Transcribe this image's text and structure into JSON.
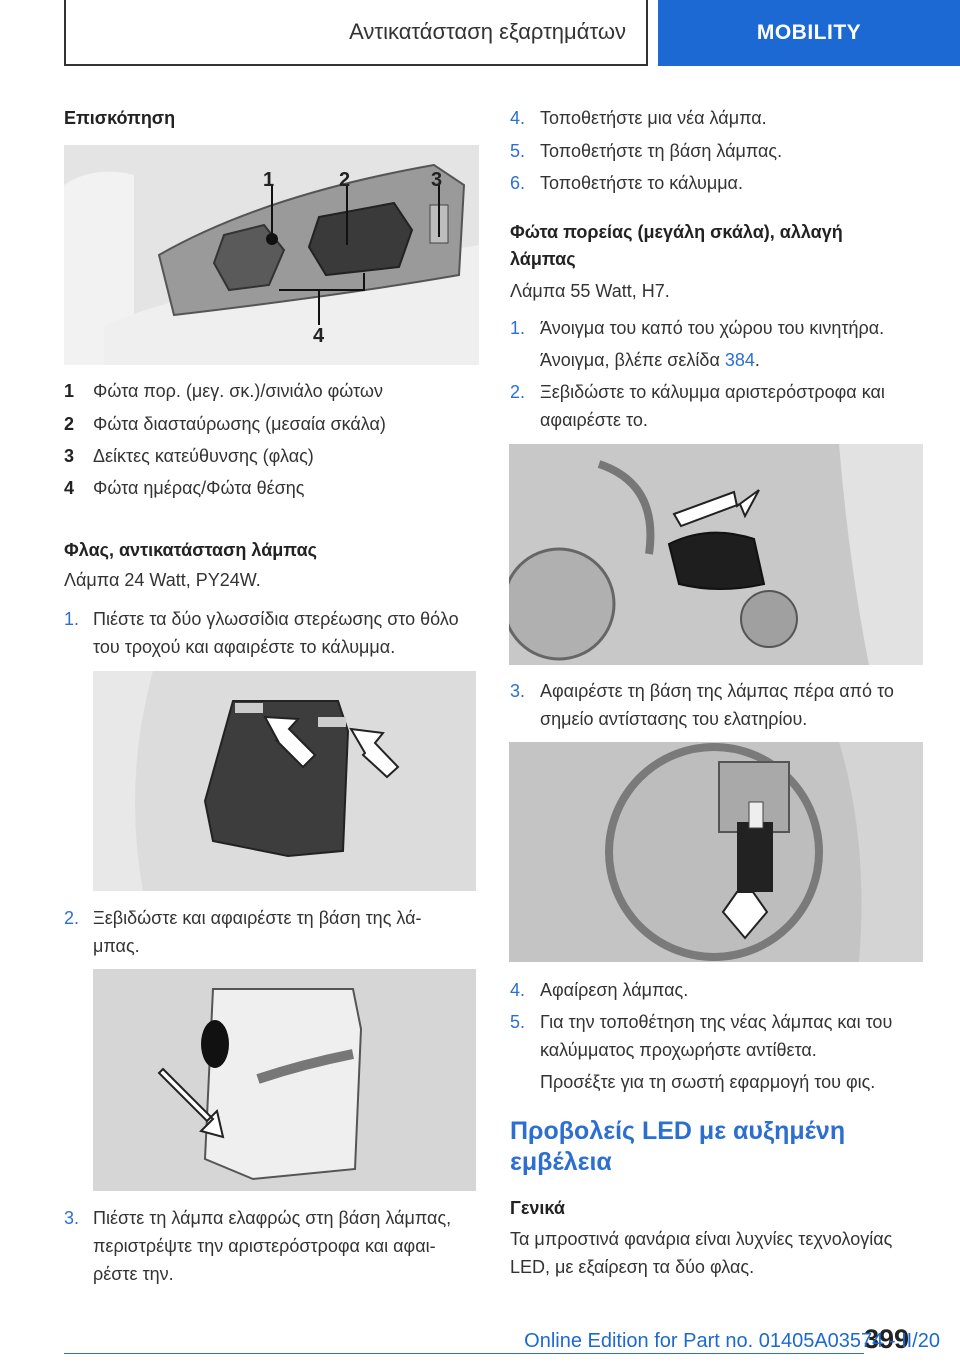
{
  "header": {
    "section": "Αντικατάσταση εξαρτημάτων",
    "chapter": "MOBILITY"
  },
  "left": {
    "overview_title": "Επισκόπηση",
    "overview_callouts": [
      "1",
      "2",
      "3",
      "4"
    ],
    "legend": [
      {
        "n": "1",
        "text": "Φώτα πορ. (μεγ. σκ.)/σινιάλο φώτων"
      },
      {
        "n": "2",
        "text": "Φώτα διασταύρωσης (μεσαία σκάλα)"
      },
      {
        "n": "3",
        "text": "Δείκτες κατεύθυνσης (φλας)"
      },
      {
        "n": "4",
        "text": "Φώτα ημέρας/Φώτα θέσης"
      }
    ],
    "flash_title": "Φλας, αντικατάσταση λάμπας",
    "flash_lamp": "Λάμπα 24 Watt, PY24W.",
    "steps": [
      {
        "n": "1.",
        "l1": "Πιέστε τα δύο γλωσσίδια στερέωσης στο θόλο",
        "l2": "του τροχού και αφαιρέστε το κάλυμμα."
      },
      {
        "n": "2.",
        "l1": "Ξεβιδώστε και αφαιρέστε τη βάση της λά-",
        "l2": "μπας."
      },
      {
        "n": "3.",
        "l1": "Πιέστε τη λάμπα ελαφρώς στη βάση λάμπας,",
        "l2": "περιστρέψτε την αριστερόστροφα και αφαι-",
        "l3": "ρέστε την."
      }
    ]
  },
  "right": {
    "steps_top": [
      {
        "n": "4.",
        "text": "Τοποθετήστε μια νέα λάμπα."
      },
      {
        "n": "5.",
        "text": "Τοποθετήστε τη βάση λάμπας."
      },
      {
        "n": "6.",
        "text": "Τοποθετήστε το κάλυμμα."
      }
    ],
    "hb_title_l1": "Φώτα πορείας (μεγάλη σκάλα), αλλαγή",
    "hb_title_l2": "λάμπας",
    "hb_lamp": "Λάμπα 55 Watt, H7.",
    "s1": {
      "n": "1.",
      "text": "Άνοιγμα του καπό του χώρου του κινητήρα.",
      "sub_pre": "Άνοιγμα, βλέπε σελίδα ",
      "sub_link": "384",
      "sub_post": "."
    },
    "s2": {
      "n": "2.",
      "l1": "Ξεβιδώστε το κάλυμμα αριστερόστροφα και",
      "l2": "αφαιρέστε το."
    },
    "s3": {
      "n": "3.",
      "l1": "Αφαιρέστε τη βάση της λάμπας πέρα από το",
      "l2": "σημείο αντίστασης του ελατηρίου."
    },
    "s4": {
      "n": "4.",
      "text": "Αφαίρεση λάμπας."
    },
    "s5": {
      "n": "5.",
      "l1": "Για την τοποθέτηση της νέας λάμπας και του",
      "l2": "καλύμματος προχωρήστε αντίθετα.",
      "note": "Προσέξτε για τη σωστή εφαρμογή του φις."
    },
    "led_title_l1": "Προβολείς LED με αυξημένη",
    "led_title_l2": "εμβέλεια",
    "general_title": "Γενικά",
    "general_l1": "Τα μπροστινά φανάρια είναι λυχνίες τεχνολογίας",
    "general_l2": "LED, με εξαίρεση τα δύο φλας."
  },
  "footer": {
    "page": "399",
    "edition": "Online Edition for Part no. 01405A03574 - II/20"
  },
  "colors": {
    "accent": "#1c69d4",
    "link": "#2c6fd0"
  }
}
